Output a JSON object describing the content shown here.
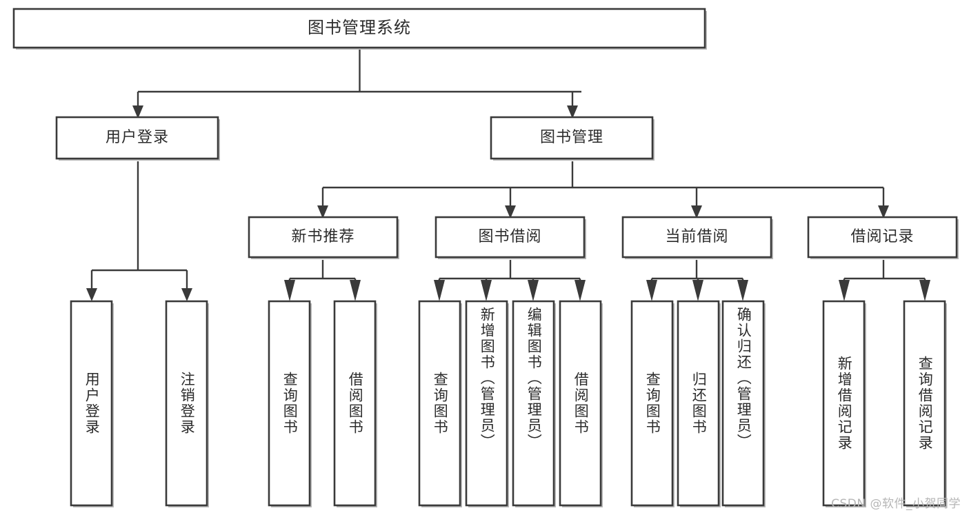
{
  "diagram": {
    "type": "tree-hierarchy",
    "title": "图书管理系统",
    "watermark": "CSDN @软件_小贺同学",
    "colors": {
      "background": "#ffffff",
      "box_stroke": "#3a3a3a",
      "box_fill": "#ffffff",
      "connector": "#3a3a3a",
      "text": "#2b2b2b",
      "watermark": "#b6b6b6",
      "box_shadow": "#b9b9b9"
    },
    "levels": [
      {
        "level": 1,
        "nodes": [
          {
            "id": "root",
            "label": "图书管理系统",
            "orientation": "horizontal"
          }
        ]
      },
      {
        "level": 2,
        "nodes": [
          {
            "id": "login",
            "label": "用户登录",
            "orientation": "horizontal",
            "parent": "root"
          },
          {
            "id": "bookmgmt",
            "label": "图书管理",
            "orientation": "horizontal",
            "parent": "root"
          }
        ]
      },
      {
        "level": 3,
        "nodes": [
          {
            "id": "newbook",
            "label": "新书推荐",
            "orientation": "horizontal",
            "parent": "bookmgmt"
          },
          {
            "id": "borrow",
            "label": "图书借阅",
            "orientation": "horizontal",
            "parent": "bookmgmt"
          },
          {
            "id": "current",
            "label": "当前借阅",
            "orientation": "horizontal",
            "parent": "bookmgmt"
          },
          {
            "id": "records",
            "label": "借阅记录",
            "orientation": "horizontal",
            "parent": "bookmgmt"
          }
        ]
      },
      {
        "level": 4,
        "nodes": [
          {
            "id": "leaf-login-1",
            "label": "用户登录",
            "orientation": "vertical",
            "parent": "login"
          },
          {
            "id": "leaf-login-2",
            "label": "注销登录",
            "orientation": "vertical",
            "parent": "login"
          },
          {
            "id": "leaf-newbook-1",
            "label": "查询图书",
            "orientation": "vertical",
            "parent": "newbook"
          },
          {
            "id": "leaf-newbook-2",
            "label": "借阅图书",
            "orientation": "vertical",
            "parent": "newbook"
          },
          {
            "id": "leaf-borrow-1",
            "label": "查询图书",
            "orientation": "vertical",
            "parent": "borrow"
          },
          {
            "id": "leaf-borrow-2",
            "label": "新增图书（管理员）",
            "orientation": "vertical",
            "parent": "borrow"
          },
          {
            "id": "leaf-borrow-3",
            "label": "编辑图书（管理员）",
            "orientation": "vertical",
            "parent": "borrow"
          },
          {
            "id": "leaf-borrow-4",
            "label": "借阅图书",
            "orientation": "vertical",
            "parent": "borrow"
          },
          {
            "id": "leaf-current-1",
            "label": "查询图书",
            "orientation": "vertical",
            "parent": "current"
          },
          {
            "id": "leaf-current-2",
            "label": "归还图书",
            "orientation": "vertical",
            "parent": "current"
          },
          {
            "id": "leaf-current-3",
            "label": "确认归还（管理员）",
            "orientation": "vertical",
            "parent": "current"
          },
          {
            "id": "leaf-records-1",
            "label": "新增借阅记录",
            "orientation": "vertical",
            "parent": "records"
          },
          {
            "id": "leaf-records-2",
            "label": "查询借阅记录",
            "orientation": "vertical",
            "parent": "records"
          }
        ]
      }
    ]
  }
}
